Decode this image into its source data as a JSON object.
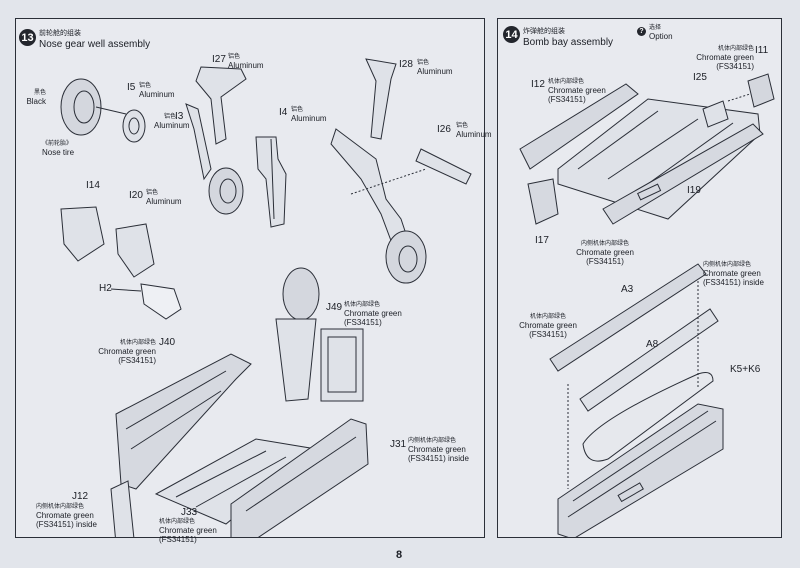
{
  "steps": {
    "s13": {
      "number": "13",
      "title_cn": "前轮舱的组装",
      "title_en": "Nose gear well assembly",
      "parts": {
        "i27": "I27",
        "i5": "I5",
        "i3": "I3",
        "i4": "I4",
        "i28": "I28",
        "i26": "I26",
        "i14": "I14",
        "i20": "I20",
        "h2": "H2",
        "j49": "J49",
        "j40": "J40",
        "j31": "J31",
        "j12": "J12",
        "j33": "J33"
      },
      "colors": {
        "i27": {
          "cn": "铝色",
          "en": "Aluminum"
        },
        "i5": {
          "cn": "铝色",
          "en": "Aluminum"
        },
        "i3": {
          "cn": "铝色",
          "en": "Aluminum"
        },
        "i4": {
          "cn": "铝色",
          "en": "Aluminum"
        },
        "i28": {
          "cn": "铝色",
          "en": "Aluminum"
        },
        "i26": {
          "cn": "铝色",
          "en": "Aluminum"
        },
        "i20": {
          "cn": "铝色",
          "en": "Aluminum"
        },
        "tire": {
          "cn": "黑色",
          "en": "Black"
        },
        "nose_tire": {
          "cn": "《前轮胎》",
          "en": "Nose tire"
        },
        "j49": {
          "cn": "机体内部绿色",
          "en": "Chromate green",
          "code": "(FS34151)"
        },
        "j40": {
          "cn": "机体内部绿色",
          "en": "Chromate green",
          "code": "(FS34151)"
        },
        "j31": {
          "cn": "内侧机体内部绿色",
          "en": "Chromate green",
          "code": "(FS34151) inside"
        },
        "j12": {
          "cn": "内侧机体内部绿色",
          "en": "Chromate green",
          "code": "(FS34151) inside"
        },
        "j33": {
          "cn": "机体内部绿色",
          "en": "Chromate green",
          "code": "(FS34151)"
        }
      }
    },
    "s14": {
      "number": "14",
      "title_cn": "炸弹舱的组装",
      "title_en": "Bomb bay assembly",
      "option_icon": "?",
      "option_cn": "选择",
      "option_en": "Option",
      "parts": {
        "i11": "I11",
        "i12": "I12",
        "i25": "I25",
        "i19": "I19",
        "i17": "I17",
        "a3": "A3",
        "a8": "A8",
        "k5k6": "K5+K6"
      },
      "colors": {
        "i11": {
          "cn": "机体内部绿色",
          "en": "Chromate green",
          "code": "(FS34151)"
        },
        "i12": {
          "cn": "机体内部绿色",
          "en": "Chromate green",
          "code": "(FS34151)"
        },
        "i17": {
          "cn": "内侧机体内部绿色",
          "en": "Chromate green",
          "code": "(FS34151)"
        },
        "a3_top": {
          "cn": "内侧机体内部绿色",
          "en": "Chromate green",
          "code": "(FS34151) inside"
        },
        "a3_left": {
          "cn": "机体内部绿色",
          "en": "Chromate green",
          "code": "(FS34151)"
        }
      }
    }
  },
  "page_number": "8",
  "palette": {
    "ink": "#1c1f26",
    "paper": "#e8eaef",
    "shade": "#c9ccd4"
  }
}
